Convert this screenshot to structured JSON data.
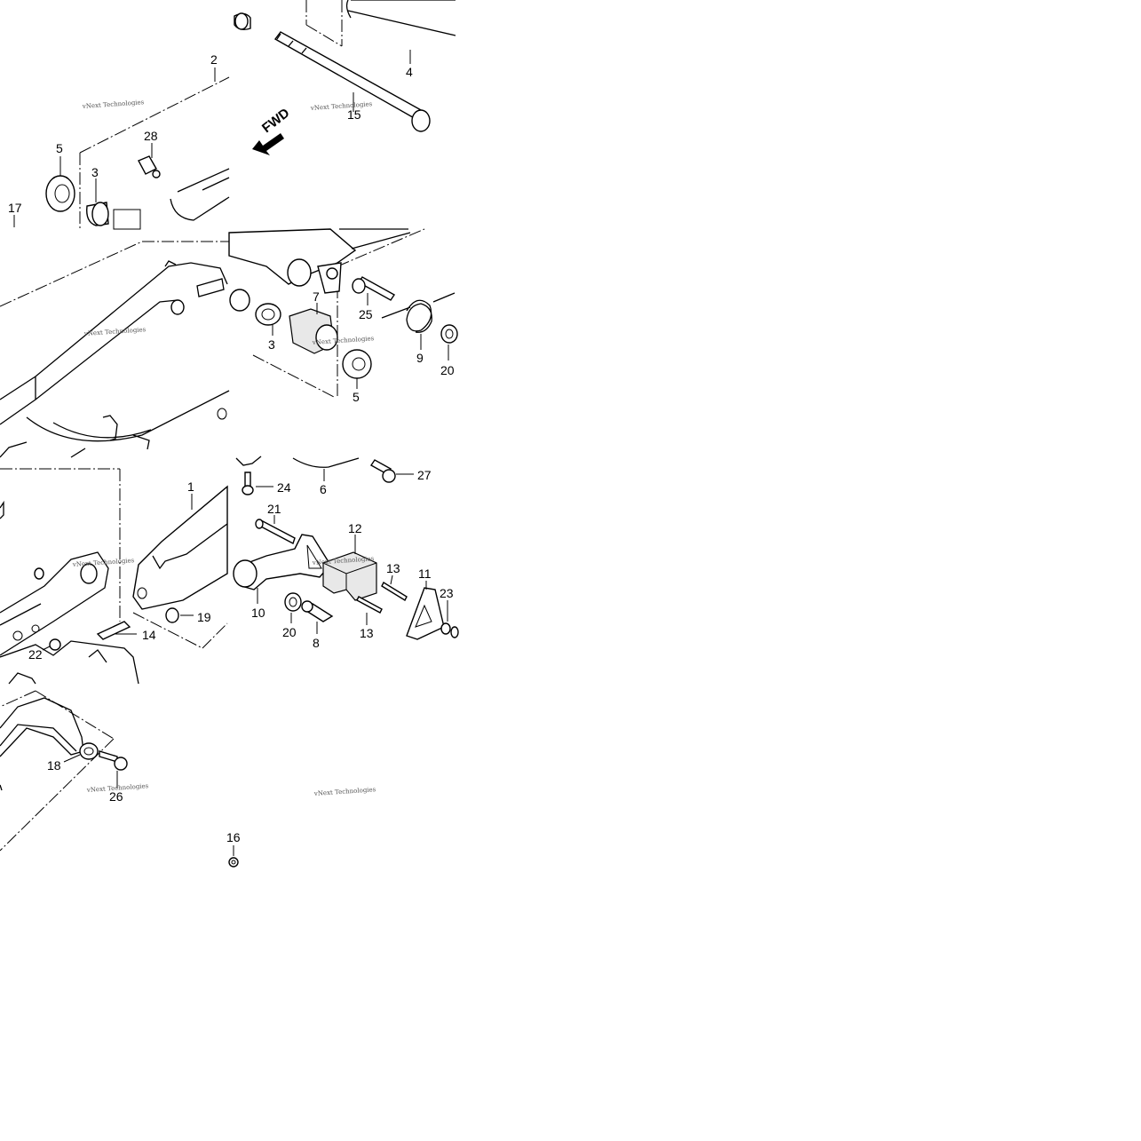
{
  "diagram": {
    "fwd_label": "FWD",
    "watermark": "vNext Technologies",
    "part_labels": [
      "1",
      "2",
      "3",
      "3",
      "4",
      "5",
      "5",
      "6",
      "7",
      "8",
      "9",
      "10",
      "11",
      "12",
      "13",
      "13",
      "14",
      "15",
      "16",
      "17",
      "18",
      "19",
      "20",
      "20",
      "21",
      "22",
      "23",
      "24",
      "25",
      "26",
      "27",
      "28"
    ]
  },
  "colors": {
    "line": "#000000",
    "background": "#ffffff",
    "watermark": "#555555"
  }
}
